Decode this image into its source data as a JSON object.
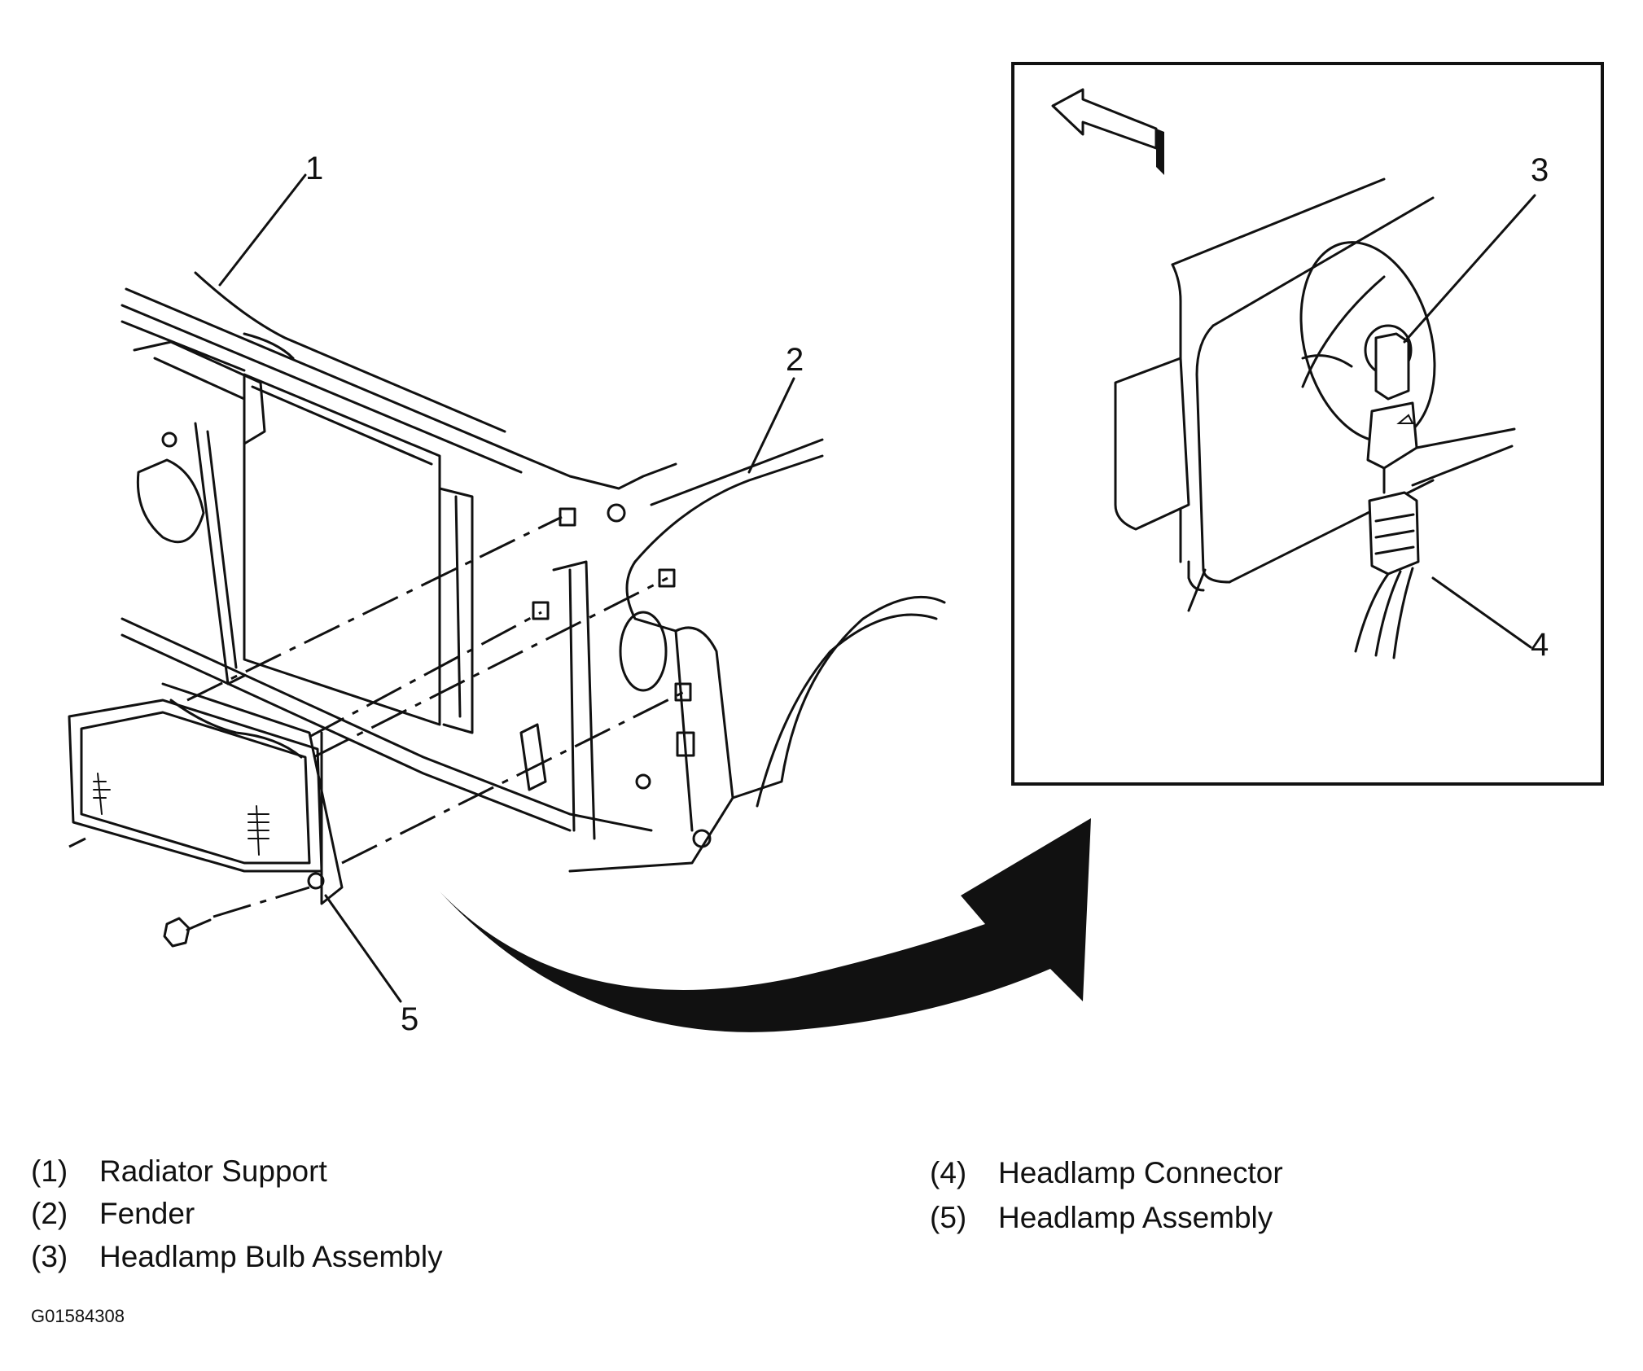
{
  "callouts": [
    "1",
    "2",
    "3",
    "4",
    "5"
  ],
  "legend": [
    {
      "num": "(1)",
      "label": "Radiator Support"
    },
    {
      "num": "(2)",
      "label": "Fender"
    },
    {
      "num": "(3)",
      "label": "Headlamp Bulb Assembly"
    },
    {
      "num": "(4)",
      "label": "Headlamp Connector"
    },
    {
      "num": "(5)",
      "label": "Headlamp Assembly"
    }
  ],
  "figure_code": "G01584308"
}
